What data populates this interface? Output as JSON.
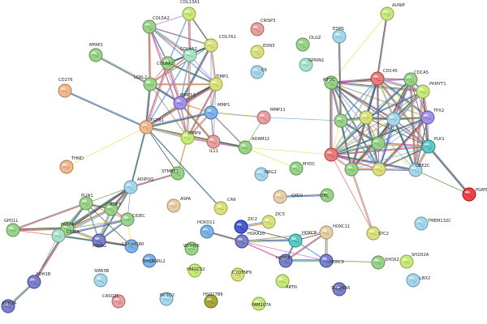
{
  "colors": {
    "pink": "#e87d7d",
    "green": "#9bd28a",
    "blue": "#7db3e8",
    "lightblue": "#a5d6ea",
    "teal": "#5fc9c4",
    "yellow": "#d9e07d",
    "orange": "#f2b890",
    "khaki": "#c9c46a",
    "purple": "#a393e6",
    "darkblue": "#4a5fd0",
    "slate": "#7c82c9",
    "red": "#e8484a",
    "beige": "#e6cfa8",
    "lime": "#c8e87a",
    "mint": "#a6e2c8",
    "rose": "#e7a0a0",
    "olive": "#a8a83a"
  },
  "nodes": [
    {
      "id": "COL13A1",
      "label": "COL13A1",
      "color": "lime"
    },
    {
      "id": "COL5A2",
      "label": "COL5A2",
      "color": "green"
    },
    {
      "id": "COL7A1",
      "label": "COL7A1",
      "color": "yellow"
    },
    {
      "id": "COL6A2",
      "label": "COL6A2",
      "color": "green"
    },
    {
      "id": "COL4A2",
      "label": "COL4A2",
      "color": "mint"
    },
    {
      "id": "LOXL2",
      "label": "LOXL2",
      "color": "green"
    },
    {
      "id": "MFAP2",
      "label": "MFAP2",
      "color": "green"
    },
    {
      "id": "CD276",
      "label": "CD276",
      "color": "orange"
    },
    {
      "id": "TIMP1",
      "label": "TIMP1",
      "color": "yellow"
    },
    {
      "id": "MMP13",
      "label": "MMP13",
      "color": "purple"
    },
    {
      "id": "MMP1",
      "label": "MMP1",
      "color": "blue"
    },
    {
      "id": "MMP11",
      "label": "MMP11",
      "color": "rose"
    },
    {
      "id": "TGFB1",
      "label": "TGFB1",
      "color": "orange"
    },
    {
      "id": "MMP9",
      "label": "MMP9",
      "color": "lime"
    },
    {
      "id": "IL11",
      "label": "IL11",
      "color": "rose"
    },
    {
      "id": "ADAM12",
      "label": "ADAM12",
      "color": "green"
    },
    {
      "id": "STMBE1",
      "label": "STMBE1",
      "color": "green"
    },
    {
      "id": "THND",
      "label": "THND",
      "color": "orange"
    },
    {
      "id": "ADIPOQ",
      "label": "ADIPOQ",
      "color": "lightblue"
    },
    {
      "id": "PLIN1",
      "label": "PLIN1",
      "color": "green"
    },
    {
      "id": "AQP7",
      "label": "AQP7",
      "color": "green"
    },
    {
      "id": "CIDEC",
      "label": "CIDEC",
      "color": "green"
    },
    {
      "id": "FABP4",
      "label": "FABP4",
      "color": "green"
    },
    {
      "id": "GPD1L",
      "label": "GPD1L",
      "color": "green"
    },
    {
      "id": "CIDEA",
      "label": "CIDEA",
      "color": "mint"
    },
    {
      "id": "PPARG",
      "label": "PPARG",
      "color": "slate"
    },
    {
      "id": "C14orf180",
      "label": "C14orf180",
      "color": "blue"
    },
    {
      "id": "ADH1B",
      "label": "ADH1B",
      "color": "slate"
    },
    {
      "id": "ADH1A",
      "label": "ADH1A",
      "color": "slate"
    },
    {
      "id": "CRISP3",
      "label": "CRISP3",
      "color": "rose"
    },
    {
      "id": "EDN3",
      "label": "EDN3",
      "color": "yellow"
    },
    {
      "id": "C6",
      "label": "C6",
      "color": "lightblue"
    },
    {
      "id": "DLGZ",
      "label": "DLGZ",
      "color": "green"
    },
    {
      "id": "GPRIN1",
      "label": "GPRIN1",
      "color": "mint"
    },
    {
      "id": "ESM1",
      "label": "ESM1",
      "color": "lightblue"
    },
    {
      "id": "AUNIP",
      "label": "AUNIP",
      "color": "lime"
    },
    {
      "id": "KIF2C",
      "label": "KIF2C",
      "color": "green"
    },
    {
      "id": "CDC45",
      "label": "CDC45",
      "color": "pink"
    },
    {
      "id": "CDCA5",
      "label": "CDCA5",
      "color": "green"
    },
    {
      "id": "PKMYT1",
      "label": "PKMYT1",
      "color": "lime"
    },
    {
      "id": "TPX2",
      "label": "TPX2",
      "color": "purple"
    },
    {
      "id": "PLK1",
      "label": "PLK1",
      "color": "teal"
    },
    {
      "id": "UBE2C",
      "label": "UBE2C",
      "color": "lightblue"
    },
    {
      "id": "PGM5",
      "label": "PGM5",
      "color": "red"
    },
    {
      "id": "HUB1",
      "label": "",
      "color": "green"
    },
    {
      "id": "HUB2",
      "label": "",
      "color": "lightblue"
    },
    {
      "id": "HUB3",
      "label": "",
      "color": "yellow"
    },
    {
      "id": "HUB4",
      "label": "",
      "color": "green"
    },
    {
      "id": "HUB5",
      "label": "",
      "color": "pink"
    },
    {
      "id": "HUB6",
      "label": "",
      "color": "yellow"
    },
    {
      "id": "HUB7",
      "label": "",
      "color": "green"
    },
    {
      "id": "MYOC",
      "label": "MYOC",
      "color": "green"
    },
    {
      "id": "NRG2",
      "label": "NRG2",
      "color": "lightblue"
    },
    {
      "id": "GYD2",
      "label": "GYD2",
      "color": "beige"
    },
    {
      "id": "OTC",
      "label": "OTC",
      "color": "green"
    },
    {
      "id": "ASPA",
      "label": "ASPA",
      "color": "beige"
    },
    {
      "id": "CA9",
      "label": "CA9",
      "color": "yellow"
    },
    {
      "id": "HOXD11",
      "label": "HOXD11",
      "color": "blue"
    },
    {
      "id": "ZIC2",
      "label": "ZIC2",
      "color": "darkblue"
    },
    {
      "id": "ZIC5",
      "label": "ZIC5",
      "color": "yellow"
    },
    {
      "id": "HOXA10",
      "label": "HOXA10",
      "color": "slate"
    },
    {
      "id": "HOXC8",
      "label": "HOXC8",
      "color": "teal"
    },
    {
      "id": "HOXC11",
      "label": "HOXC11",
      "color": "beige"
    },
    {
      "id": "HOXC6",
      "label": "HOXC6",
      "color": "slate"
    },
    {
      "id": "HOXC9",
      "label": "HOXC9",
      "color": "slate"
    },
    {
      "id": "STC2",
      "label": "STC2",
      "color": "yellow"
    },
    {
      "id": "SHOX2",
      "label": "SHOX2",
      "color": "green"
    },
    {
      "id": "TMEM132C",
      "label": "TMEM132C",
      "color": "lightblue"
    },
    {
      "id": "SH2D2A",
      "label": "SH2D2A",
      "color": "lime"
    },
    {
      "id": "LBX2",
      "label": "LBX2",
      "color": "lightblue"
    },
    {
      "id": "WDHS6",
      "label": "WDHS6",
      "color": "green"
    },
    {
      "id": "SMR3B",
      "label": "SMR3B",
      "color": "lightblue"
    },
    {
      "id": "SH3BGRL2",
      "label": "SH3BGRL2",
      "color": "blue"
    },
    {
      "id": "HMGCS2",
      "label": "HMGCS2",
      "color": "lime"
    },
    {
      "id": "C1QTNF6",
      "label": "C1QTNF6",
      "color": "yellow"
    },
    {
      "id": "CASQ2L",
      "label": "CASQ2L",
      "color": "rose"
    },
    {
      "id": "NCTO2",
      "label": "NCTO2",
      "color": "lightblue"
    },
    {
      "id": "HSD17B6",
      "label": "HSD17B6",
      "color": "olive"
    },
    {
      "id": "FAM107A",
      "label": "FAM107A",
      "color": "lime"
    },
    {
      "id": "ARTN",
      "label": "ARTN",
      "color": "lime"
    },
    {
      "id": "SLC26A6",
      "label": "SLC26A6",
      "color": "slate"
    }
  ],
  "edges": [
    [
      "COL13A1",
      "COL5A2"
    ],
    [
      "COL13A1",
      "COL7A1"
    ],
    [
      "COL13A1",
      "COL6A2"
    ],
    [
      "COL13A1",
      "COL4A2"
    ],
    [
      "COL5A2",
      "COL7A1"
    ],
    [
      "COL5A2",
      "COL6A2"
    ],
    [
      "COL5A2",
      "COL4A2"
    ],
    [
      "COL5A2",
      "LOXL2"
    ],
    [
      "COL5A2",
      "TIMP1"
    ],
    [
      "COL5A2",
      "MMP13"
    ],
    [
      "COL5A2",
      "MMP9"
    ],
    [
      "COL7A1",
      "COL6A2"
    ],
    [
      "COL7A1",
      "COL4A2"
    ],
    [
      "COL7A1",
      "TIMP1"
    ],
    [
      "COL7A1",
      "MMP1"
    ],
    [
      "COL7A1",
      "MMP13"
    ],
    [
      "COL7A1",
      "LOXL2"
    ],
    [
      "COL6A2",
      "COL4A2"
    ],
    [
      "COL6A2",
      "LOXL2"
    ],
    [
      "COL6A2",
      "TIMP1"
    ],
    [
      "COL6A2",
      "MMP13"
    ],
    [
      "COL6A2",
      "TGFB1"
    ],
    [
      "COL4A2",
      "LOXL2"
    ],
    [
      "COL4A2",
      "TIMP1"
    ],
    [
      "COL4A2",
      "MMP13"
    ],
    [
      "COL4A2",
      "MMP9"
    ],
    [
      "COL4A2",
      "TGFB1"
    ],
    [
      "LOXL2",
      "TGFB1"
    ],
    [
      "LOXL2",
      "MMP13"
    ],
    [
      "LOXL2",
      "TIMP1"
    ],
    [
      "LOXL2",
      "MMP9"
    ],
    [
      "LOXL2",
      "MFAP2"
    ],
    [
      "TIMP1",
      "MMP13"
    ],
    [
      "TIMP1",
      "MMP1"
    ],
    [
      "TIMP1",
      "MMP9"
    ],
    [
      "TIMP1",
      "TGFB1"
    ],
    [
      "TIMP1",
      "IL11"
    ],
    [
      "MMP13",
      "MMP1"
    ],
    [
      "MMP13",
      "MMP9"
    ],
    [
      "MMP13",
      "TGFB1"
    ],
    [
      "MMP13",
      "IL11"
    ],
    [
      "MMP1",
      "MMP11"
    ],
    [
      "MMP1",
      "MMP9"
    ],
    [
      "MMP1",
      "TGFB1"
    ],
    [
      "MMP1",
      "ADAM12"
    ],
    [
      "MMP1",
      "IL11"
    ],
    [
      "MMP9",
      "TGFB1"
    ],
    [
      "MMP9",
      "IL11"
    ],
    [
      "MMP9",
      "ADAM12"
    ],
    [
      "MMP9",
      "STMBE1"
    ],
    [
      "TGFB1",
      "CD276"
    ],
    [
      "TGFB1",
      "THND"
    ],
    [
      "TGFB1",
      "ADIPOQ"
    ],
    [
      "TGFB1",
      "STMBE1"
    ],
    [
      "TGFB1",
      "ADAM12"
    ],
    [
      "TGFB1",
      "CA9"
    ],
    [
      "TGFB1",
      "IL11"
    ],
    [
      "ADAM12",
      "MMP11"
    ],
    [
      "ADAM12",
      "MYOC"
    ],
    [
      "ADAM12",
      "HUB5"
    ],
    [
      "MMP11",
      "HUB1"
    ],
    [
      "ADIPOQ",
      "PLIN1"
    ],
    [
      "ADIPOQ",
      "AQP7"
    ],
    [
      "ADIPOQ",
      "CIDEC"
    ],
    [
      "ADIPOQ",
      "FABP4"
    ],
    [
      "ADIPOQ",
      "PPARG"
    ],
    [
      "ADIPOQ",
      "CIDEA"
    ],
    [
      "ADIPOQ",
      "STMBE1"
    ],
    [
      "PLIN1",
      "AQP7"
    ],
    [
      "PLIN1",
      "CIDEC"
    ],
    [
      "PLIN1",
      "FABP4"
    ],
    [
      "PLIN1",
      "PPARG"
    ],
    [
      "PLIN1",
      "CIDEA"
    ],
    [
      "PLIN1",
      "GPD1L"
    ],
    [
      "PLIN1",
      "C14orf180"
    ],
    [
      "AQP7",
      "CIDEC"
    ],
    [
      "AQP7",
      "FABP4"
    ],
    [
      "AQP7",
      "PPARG"
    ],
    [
      "AQP7",
      "CIDEA"
    ],
    [
      "CIDEC",
      "FABP4"
    ],
    [
      "CIDEC",
      "PPARG"
    ],
    [
      "CIDEC",
      "CIDEA"
    ],
    [
      "CIDEC",
      "C14orf180"
    ],
    [
      "FABP4",
      "PPARG"
    ],
    [
      "FABP4",
      "CIDEA"
    ],
    [
      "FABP4",
      "GPD1L"
    ],
    [
      "FABP4",
      "ADH1B"
    ],
    [
      "PPARG",
      "CIDEA"
    ],
    [
      "PPARG",
      "C14orf180"
    ],
    [
      "CIDEA",
      "C14orf180"
    ],
    [
      "GPD1L",
      "CIDEA"
    ],
    [
      "ADH1B",
      "ADH1A"
    ],
    [
      "ADH1B",
      "CIDEA"
    ],
    [
      "AUNIP",
      "KIF2C"
    ],
    [
      "AUNIP",
      "CDC45"
    ],
    [
      "KIF2C",
      "CDC45"
    ],
    [
      "KIF2C",
      "CDCA5"
    ],
    [
      "KIF2C",
      "PKMYT1"
    ],
    [
      "KIF2C",
      "TPX2"
    ],
    [
      "KIF2C",
      "PLK1"
    ],
    [
      "KIF2C",
      "UBE2C"
    ],
    [
      "KIF2C",
      "HUB1"
    ],
    [
      "KIF2C",
      "HUB2"
    ],
    [
      "KIF2C",
      "HUB3"
    ],
    [
      "KIF2C",
      "HUB4"
    ],
    [
      "KIF2C",
      "HUB5"
    ],
    [
      "KIF2C",
      "HUB6"
    ],
    [
      "KIF2C",
      "HUB7"
    ],
    [
      "CDC45",
      "CDCA5"
    ],
    [
      "CDC45",
      "PKMYT1"
    ],
    [
      "CDC45",
      "TPX2"
    ],
    [
      "CDC45",
      "PLK1"
    ],
    [
      "CDC45",
      "UBE2C"
    ],
    [
      "CDC45",
      "HUB1"
    ],
    [
      "CDC45",
      "HUB2"
    ],
    [
      "CDC45",
      "HUB3"
    ],
    [
      "CDC45",
      "HUB4"
    ],
    [
      "CDC45",
      "HUB5"
    ],
    [
      "CDC45",
      "HUB6"
    ],
    [
      "CDC45",
      "HUB7"
    ],
    [
      "CDCA5",
      "PKMYT1"
    ],
    [
      "CDCA5",
      "TPX2"
    ],
    [
      "CDCA5",
      "PLK1"
    ],
    [
      "CDCA5",
      "UBE2C"
    ],
    [
      "CDCA5",
      "HUB2"
    ],
    [
      "CDCA5",
      "HUB3"
    ],
    [
      "CDCA5",
      "HUB4"
    ],
    [
      "CDCA5",
      "HUB5"
    ],
    [
      "CDCA5",
      "HUB6"
    ],
    [
      "CDCA5",
      "HUB7"
    ],
    [
      "PKMYT1",
      "TPX2"
    ],
    [
      "PKMYT1",
      "PLK1"
    ],
    [
      "PKMYT1",
      "UBE2C"
    ],
    [
      "PKMYT1",
      "HUB2"
    ],
    [
      "PKMYT1",
      "HUB3"
    ],
    [
      "PKMYT1",
      "HUB4"
    ],
    [
      "PKMYT1",
      "HUB5"
    ],
    [
      "PKMYT1",
      "HUB7"
    ],
    [
      "TPX2",
      "PLK1"
    ],
    [
      "TPX2",
      "UBE2C"
    ],
    [
      "TPX2",
      "HUB2"
    ],
    [
      "TPX2",
      "HUB3"
    ],
    [
      "TPX2",
      "HUB4"
    ],
    [
      "TPX2",
      "HUB5"
    ],
    [
      "TPX2",
      "HUB6"
    ],
    [
      "TPX2",
      "HUB7"
    ],
    [
      "PLK1",
      "UBE2C"
    ],
    [
      "PLK1",
      "HUB2"
    ],
    [
      "PLK1",
      "HUB3"
    ],
    [
      "PLK1",
      "HUB4"
    ],
    [
      "PLK1",
      "HUB5"
    ],
    [
      "PLK1",
      "HUB6"
    ],
    [
      "PLK1",
      "HUB7"
    ],
    [
      "PLK1",
      "PGM5"
    ],
    [
      "UBE2C",
      "HUB2"
    ],
    [
      "UBE2C",
      "HUB4"
    ],
    [
      "UBE2C",
      "HUB5"
    ],
    [
      "UBE2C",
      "HUB6"
    ],
    [
      "UBE2C",
      "HUB7"
    ],
    [
      "UBE2C",
      "PGM5"
    ],
    [
      "HUB1",
      "HUB2"
    ],
    [
      "HUB1",
      "HUB3"
    ],
    [
      "HUB1",
      "HUB4"
    ],
    [
      "HUB1",
      "HUB5"
    ],
    [
      "HUB1",
      "HUB6"
    ],
    [
      "HUB1",
      "HUB7"
    ],
    [
      "HUB2",
      "HUB3"
    ],
    [
      "HUB2",
      "HUB4"
    ],
    [
      "HUB2",
      "HUB5"
    ],
    [
      "HUB2",
      "HUB6"
    ],
    [
      "HUB2",
      "HUB7"
    ],
    [
      "HUB3",
      "HUB4"
    ],
    [
      "HUB3",
      "HUB5"
    ],
    [
      "HUB3",
      "HUB6"
    ],
    [
      "HUB3",
      "HUB7"
    ],
    [
      "HUB4",
      "HUB5"
    ],
    [
      "HUB4",
      "HUB6"
    ],
    [
      "HUB4",
      "HUB7"
    ],
    [
      "HUB5",
      "HUB6"
    ],
    [
      "HUB5",
      "HUB7"
    ],
    [
      "HUB5",
      "STC2"
    ],
    [
      "HUB6",
      "HUB7"
    ],
    [
      "HUB7",
      "STC2"
    ],
    [
      "ESM1",
      "HUB1"
    ],
    [
      "GYD2",
      "OTC"
    ],
    [
      "ZIC2",
      "ZIC5"
    ],
    [
      "ZIC2",
      "HOXA10"
    ],
    [
      "ZIC2",
      "HOXC8"
    ],
    [
      "HOXA10",
      "HOXC8"
    ],
    [
      "HOXA10",
      "HOXC6"
    ],
    [
      "HOXA10",
      "HOXC9"
    ],
    [
      "HOXA10",
      "HOXC11"
    ],
    [
      "HOXA10",
      "HOXD11"
    ],
    [
      "HOXC8",
      "HOXC6"
    ],
    [
      "HOXC8",
      "HOXC9"
    ],
    [
      "HOXC8",
      "HOXC11"
    ],
    [
      "HOXC6",
      "HOXC9"
    ],
    [
      "HOXC6",
      "HOXC11"
    ],
    [
      "HOXC9",
      "HOXC11"
    ],
    [
      "HOXC9",
      "SHOX2"
    ]
  ]
}
